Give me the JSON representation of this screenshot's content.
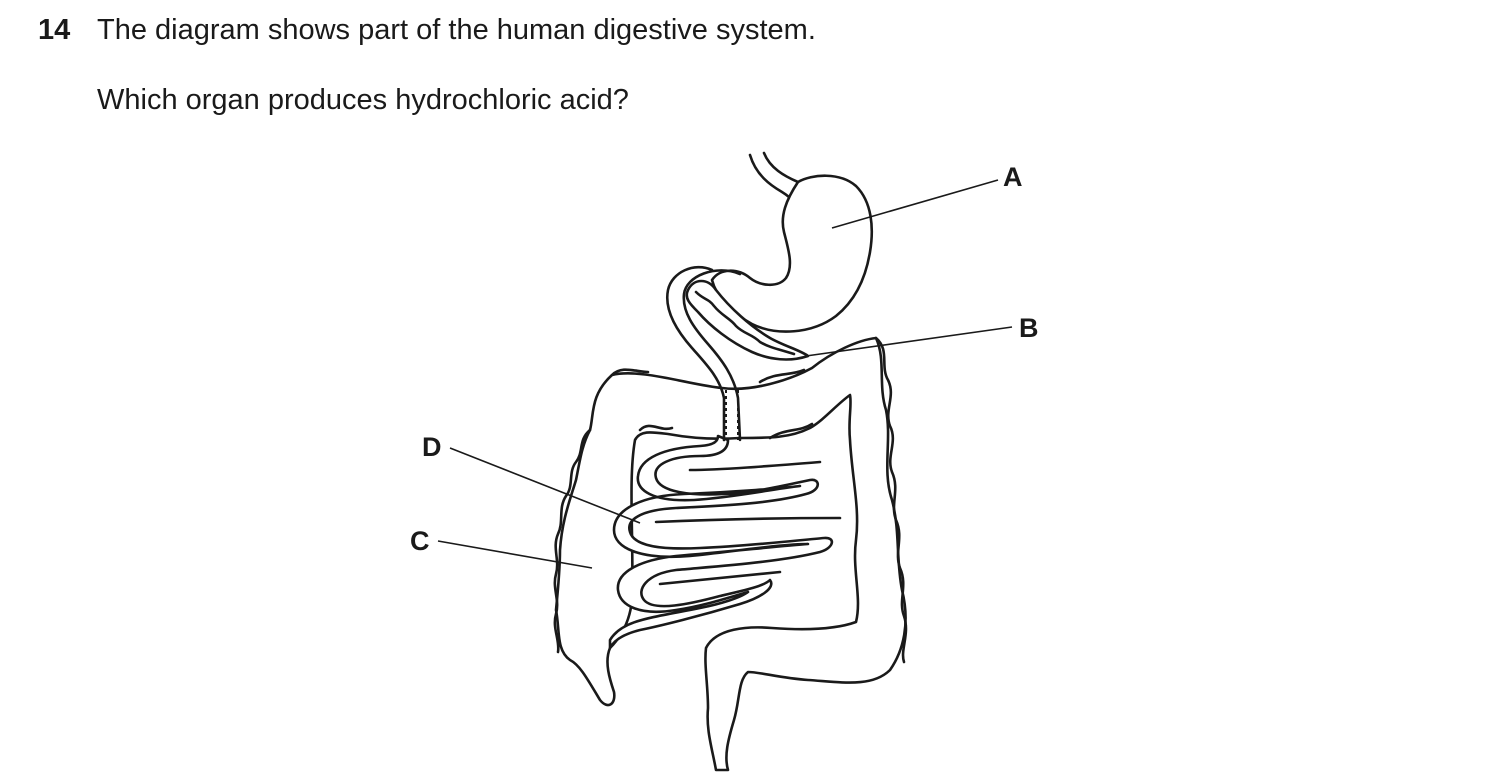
{
  "question": {
    "number": "14",
    "stem": "The diagram shows part of the human digestive system.",
    "ask": "Which organ produces hydrochloric acid?"
  },
  "diagram": {
    "labels": {
      "a": "A",
      "b": "B",
      "c": "C",
      "d": "D"
    }
  }
}
